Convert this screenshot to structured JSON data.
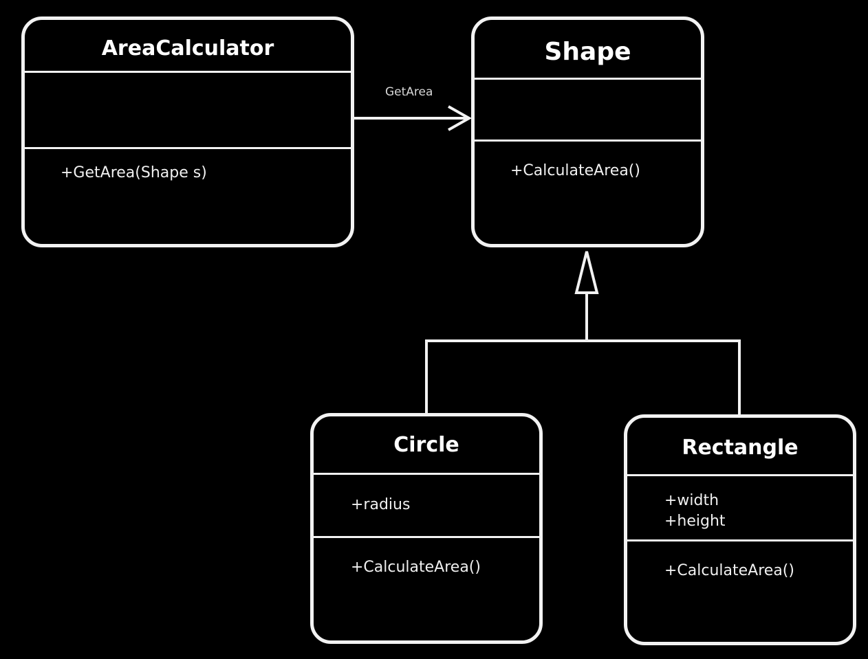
{
  "area_calculator": {
    "title": "AreaCalculator",
    "operations": [
      "+GetArea(Shape s)"
    ]
  },
  "shape": {
    "title": "Shape",
    "operations": [
      "+CalculateArea()"
    ]
  },
  "circle": {
    "title": "Circle",
    "attributes": [
      "+radius"
    ],
    "operations": [
      "+CalculateArea()"
    ]
  },
  "rectangle": {
    "title": "Rectangle",
    "attributes": [
      "+width",
      "+height"
    ],
    "operations": [
      "+CalculateArea()"
    ]
  },
  "association": {
    "label": "GetArea"
  },
  "colors": {
    "background": "#000000",
    "stroke": "#f2f2f2"
  }
}
